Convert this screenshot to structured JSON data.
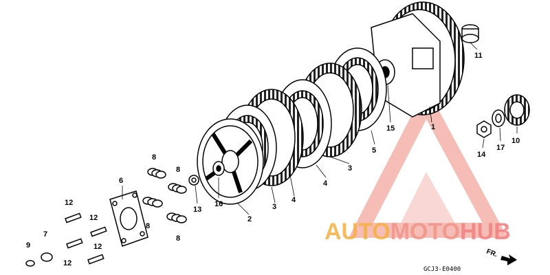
{
  "diagram": {
    "code": "GCJ3-E0400",
    "direction_label": "FR.",
    "parts": [
      {
        "id": "p1",
        "label": "1"
      },
      {
        "id": "p2",
        "label": "2"
      },
      {
        "id": "p3a",
        "label": "3"
      },
      {
        "id": "p3b",
        "label": "3"
      },
      {
        "id": "p4a",
        "label": "4"
      },
      {
        "id": "p4b",
        "label": "4"
      },
      {
        "id": "p5",
        "label": "5"
      },
      {
        "id": "p6",
        "label": "6"
      },
      {
        "id": "p7",
        "label": "7"
      },
      {
        "id": "p8a",
        "label": "8"
      },
      {
        "id": "p8b",
        "label": "8"
      },
      {
        "id": "p8c",
        "label": "8"
      },
      {
        "id": "p8d",
        "label": "8"
      },
      {
        "id": "p9",
        "label": "9"
      },
      {
        "id": "p10",
        "label": "10"
      },
      {
        "id": "p11",
        "label": "11"
      },
      {
        "id": "p12a",
        "label": "12"
      },
      {
        "id": "p12b",
        "label": "12"
      },
      {
        "id": "p12c",
        "label": "12"
      },
      {
        "id": "p12d",
        "label": "12"
      },
      {
        "id": "p13",
        "label": "13"
      },
      {
        "id": "p14",
        "label": "14"
      },
      {
        "id": "p15",
        "label": "15"
      },
      {
        "id": "p16",
        "label": "16"
      },
      {
        "id": "p17",
        "label": "17"
      }
    ]
  },
  "watermark": {
    "part1": "AUTO",
    "part2": "MOTO",
    "part3": "HUB",
    "color_auto": "#f5b041",
    "color_moto": "#f1948a",
    "color_hub": "#f08080",
    "triangle_color": "#f4a7a0"
  }
}
